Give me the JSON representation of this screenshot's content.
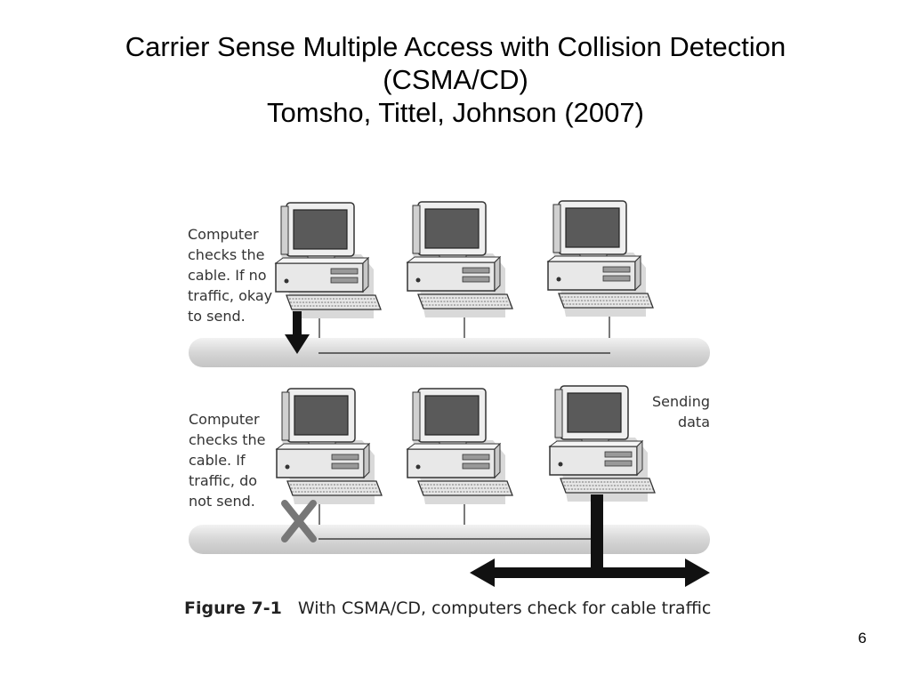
{
  "title": {
    "line1": "Carrier Sense Multiple Access with Collision Detection",
    "line2": "(CSMA/CD)",
    "line3": "Tomsho, Tittel, Johnson (2007)"
  },
  "figure": {
    "top_panel": {
      "note_lines": [
        "Computer",
        "checks the",
        "cable. If no",
        "traffic, okay",
        "to send."
      ]
    },
    "bottom_panel": {
      "note_lines": [
        "Computer",
        "checks the",
        "cable. If",
        "traffic, do",
        "not send."
      ],
      "sending_note_lines": [
        "Sending",
        "data"
      ]
    },
    "caption": {
      "number": "Figure 7-1",
      "text": "With CSMA/CD, computers check for cable traffic"
    }
  },
  "page_number": "6",
  "colors": {
    "cable_fill": "#e0e0e0",
    "computer_body": "#e8e8e8",
    "screen": "#5a5a5a",
    "arrow": "#111111",
    "block_x": "#777777"
  },
  "icons": [
    "computer-icon",
    "down-arrow-icon",
    "blocked-x-icon",
    "double-arrow-icon"
  ]
}
